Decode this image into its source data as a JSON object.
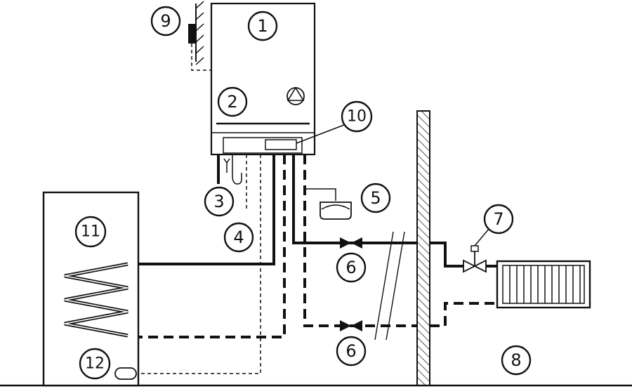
{
  "diagram": {
    "callouts": [
      {
        "id": "1",
        "label": "1"
      },
      {
        "id": "2",
        "label": "2"
      },
      {
        "id": "3",
        "label": "3"
      },
      {
        "id": "4",
        "label": "4"
      },
      {
        "id": "5",
        "label": "5"
      },
      {
        "id": "6a",
        "label": "6"
      },
      {
        "id": "6b",
        "label": "6"
      },
      {
        "id": "7",
        "label": "7"
      },
      {
        "id": "8",
        "label": "8"
      },
      {
        "id": "9",
        "label": "9"
      },
      {
        "id": "10",
        "label": "10"
      },
      {
        "id": "11",
        "label": "11"
      },
      {
        "id": "12",
        "label": "12"
      }
    ],
    "colors": {
      "stroke": "#111111",
      "background": "#ffffff"
    }
  }
}
